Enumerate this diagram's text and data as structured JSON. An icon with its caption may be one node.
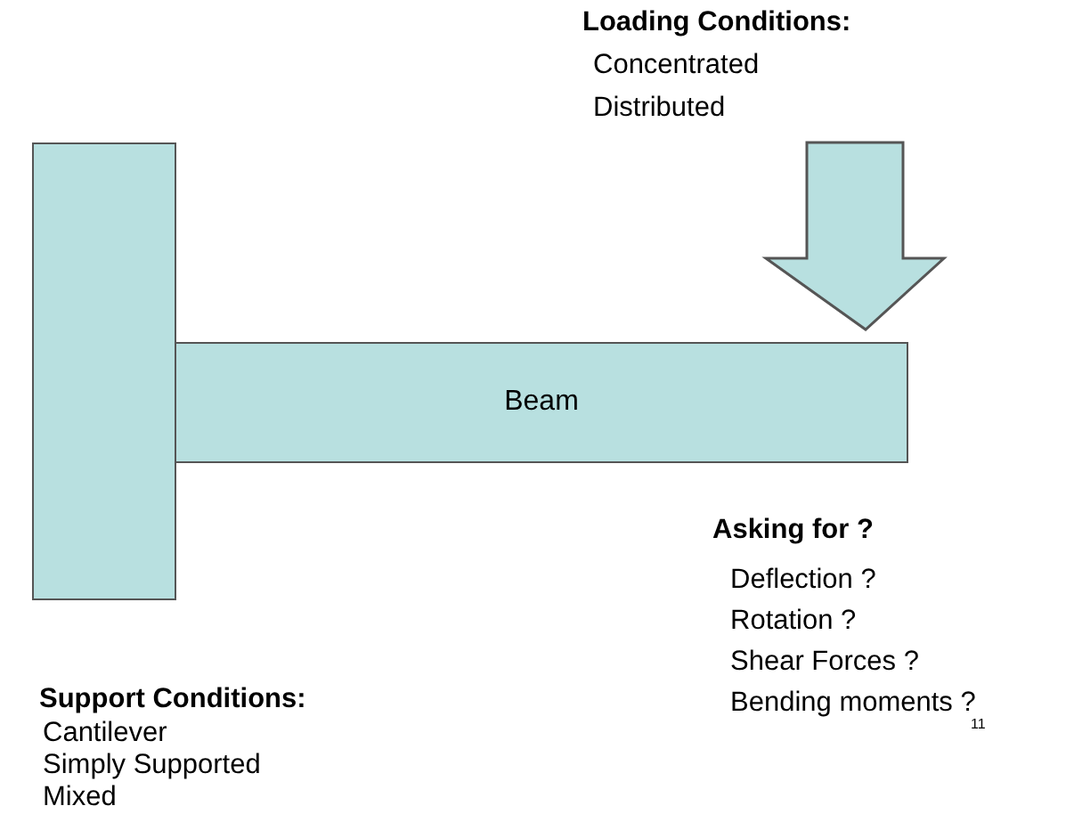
{
  "diagram": {
    "nodes": [
      {
        "text": [],
        "shape": "box"
      },
      {
        "text": [
          "Beam"
        ]
      }
    ],
    "labels": [
      "Loading Conditions:",
      "Concentrated",
      "Distributed",
      "Asking for ?",
      "Deflection ?",
      "Rotation ?",
      "Shear Forces ?",
      "Bending moments ?",
      "Support Conditions:",
      "Cantilever",
      "Simply Supported",
      "Mixed",
      "11"
    ]
  }
}
